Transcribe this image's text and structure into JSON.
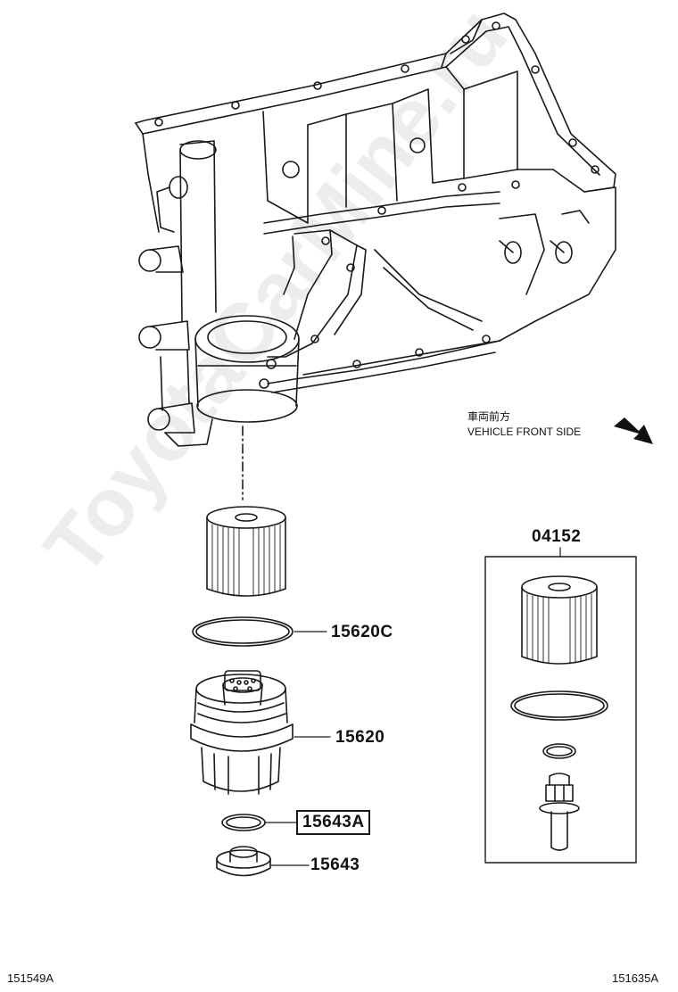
{
  "direction": {
    "label_jp": "車両前方",
    "label_en": "VEHICLE FRONT SIDE"
  },
  "parts": {
    "kit": "04152",
    "oring": "15620C",
    "cap": "15620",
    "gasket": "15643A",
    "plug": "15643"
  },
  "refs": {
    "left": "151549A",
    "right": "151635A"
  },
  "watermark": "ToyotaCarMine.ru",
  "colors": {
    "line": "#1a1a1a",
    "highlight_border": "#1a1a1a"
  }
}
